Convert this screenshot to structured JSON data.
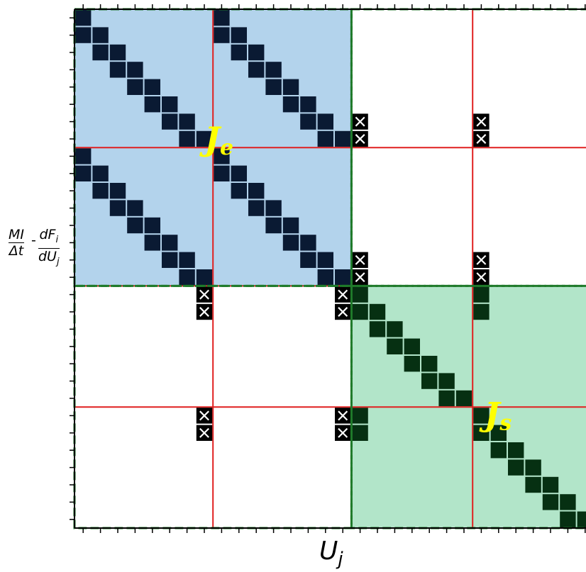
{
  "matrix": {
    "rows": 30,
    "cols": 30,
    "block_boundaries_rows": [
      8,
      16,
      23
    ],
    "block_boundaries_cols": [
      8,
      16,
      23
    ],
    "regions": [
      {
        "name": "J_e",
        "label_main": "J",
        "label_sub": "e",
        "row_range": [
          0,
          16
        ],
        "col_range": [
          0,
          16
        ],
        "fill": "#b3d3ec",
        "cell_color": "#0a1a33"
      },
      {
        "name": "J_s",
        "label_main": "J",
        "label_sub": "s",
        "row_range": [
          16,
          30
        ],
        "col_range": [
          16,
          30
        ],
        "fill": "#b2e5c9",
        "cell_color": "#063012"
      }
    ],
    "coupling_marker": "×",
    "coupling_cells": [
      [
        6,
        16
      ],
      [
        7,
        16
      ],
      [
        6,
        23
      ],
      [
        7,
        23
      ],
      [
        14,
        16
      ],
      [
        15,
        16
      ],
      [
        14,
        23
      ],
      [
        15,
        23
      ],
      [
        16,
        7
      ],
      [
        17,
        7
      ],
      [
        16,
        15
      ],
      [
        17,
        15
      ],
      [
        23,
        7
      ],
      [
        24,
        7
      ],
      [
        23,
        15
      ],
      [
        24,
        15
      ]
    ]
  },
  "colors": {
    "block_divider": "#e02020",
    "region_border": "#1f7a2a",
    "label": "#ffff00",
    "coupling_fill": "#000000"
  },
  "y_axis_label": {
    "term1_num": "MI",
    "term1_den": "Δt",
    "operator": "-",
    "term2_num": "dF",
    "term2_num_sub": "i",
    "term2_den": "dU",
    "term2_den_sub": "j"
  },
  "x_axis_label": {
    "main": "U",
    "sub": "j"
  }
}
